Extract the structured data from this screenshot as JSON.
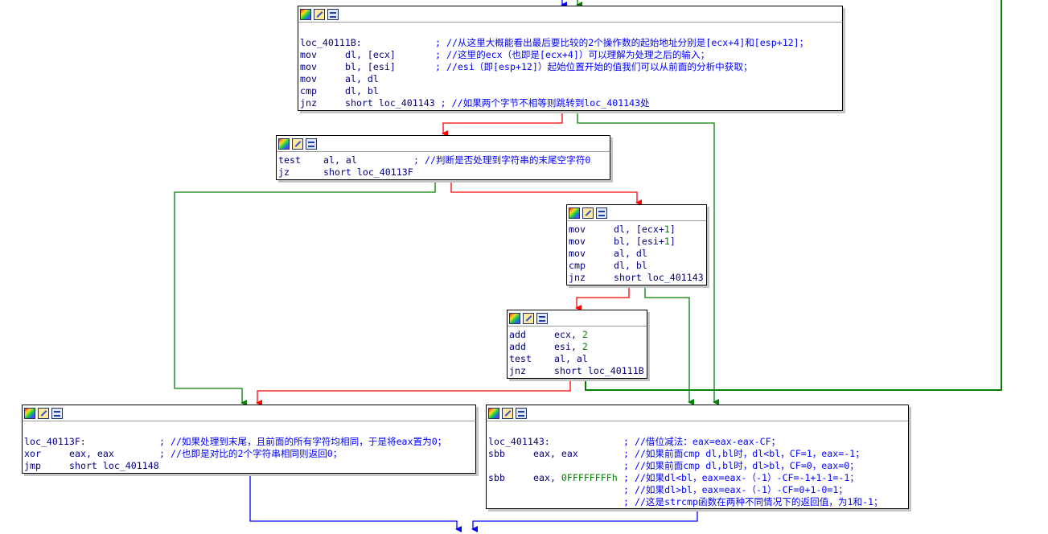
{
  "blocks": [
    {
      "id": "loc-40111b",
      "label_line": {
        "label": "loc_40111B:",
        "comment": "; //从这里大概能看出最后要比较的2个操作数的起始地址分别是[ecx+4]和[esp+12]；"
      },
      "lines": [
        {
          "mn": "mov",
          "op": "dl, [ecx]",
          "cm": "; //这里的ecx（也即是[ecx+4]）可以理解为处理之后的输入；"
        },
        {
          "mn": "mov",
          "op": "bl, [esi]",
          "cm": "; //esi（即[esp+12]）起始位置开始的值我们可以从前面的分析中获取；"
        },
        {
          "mn": "mov",
          "op": "al, dl",
          "cm": ""
        },
        {
          "mn": "cmp",
          "op": "dl, bl",
          "cm": ""
        },
        {
          "mn": "jnz",
          "op": "short loc_401143 ",
          "cm": "; //如果两个字节不相等则跳转到loc_401143处"
        }
      ]
    },
    {
      "id": "test-al",
      "lines": [
        {
          "mn": "test",
          "op": "al, al",
          "cm": "; //判断是否处理到字符串的末尾空字符0"
        },
        {
          "mn": "jz",
          "op": "short loc_40113F",
          "cm": ""
        }
      ]
    },
    {
      "id": "mov-ecx1",
      "lines": [
        {
          "mn": "mov",
          "op": "dl, [ecx+",
          "num": "1",
          "op2": "]",
          "cm": ""
        },
        {
          "mn": "mov",
          "op": "bl, [esi+",
          "num": "1",
          "op2": "]",
          "cm": ""
        },
        {
          "mn": "mov",
          "op": "al, dl",
          "cm": ""
        },
        {
          "mn": "cmp",
          "op": "dl, bl",
          "cm": ""
        },
        {
          "mn": "jnz",
          "op": "short loc_401143",
          "cm": ""
        }
      ]
    },
    {
      "id": "add-ecx2",
      "lines": [
        {
          "mn": "add",
          "op": "ecx, ",
          "num": "2",
          "cm": ""
        },
        {
          "mn": "add",
          "op": "esi, ",
          "num": "2",
          "cm": ""
        },
        {
          "mn": "test",
          "op": "al, al",
          "cm": ""
        },
        {
          "mn": "jnz",
          "op": "short loc_40111B",
          "cm": ""
        }
      ]
    },
    {
      "id": "loc-40113f",
      "label_line": {
        "label": "loc_40113F:",
        "comment": "; //如果处理到末尾，且前面的所有字符均相同，于是将eax置为0；"
      },
      "lines": [
        {
          "mn": "xor",
          "op": "eax, eax",
          "cm": "; //也即是对比的2个字符串相同则返回0；"
        },
        {
          "mn": "jmp",
          "op": "short loc_401148",
          "cm": ""
        }
      ]
    },
    {
      "id": "loc-401143",
      "label_line": {
        "label": "loc_401143:",
        "comment": "; //借位减法：eax=eax-eax-CF；"
      },
      "lines": [
        {
          "mn": "sbb",
          "op": "eax, eax",
          "cm": "; //如果前面cmp dl,bl时，dl<bl，CF=1，eax=-1；"
        },
        {
          "mn": "",
          "op": "",
          "cm": "; //如果前面cmp dl,bl时，dl>bl，CF=0，eax=0；"
        },
        {
          "mn": "sbb",
          "op": "eax, ",
          "num": "0FFFFFFFFh",
          "cm": "; //如果dl<bl，eax=eax-（-1）-CF=-1+1-1=-1；"
        },
        {
          "mn": "",
          "op": "",
          "cm": "; //如果dl>bl，eax=eax-（-1）-CF=0+1-0=1；"
        },
        {
          "mn": "",
          "op": "",
          "cm": "; //这是strcmp函数在两种不同情况下的返回值，为1和-1；"
        }
      ]
    }
  ],
  "colors": {
    "taken": "#008000",
    "not_taken": "#ff0000",
    "unconditional": "#0000ff",
    "loop": "#008000"
  },
  "icons": [
    "color-palette-icon",
    "rename-pencil-icon",
    "graph-overview-icon"
  ]
}
